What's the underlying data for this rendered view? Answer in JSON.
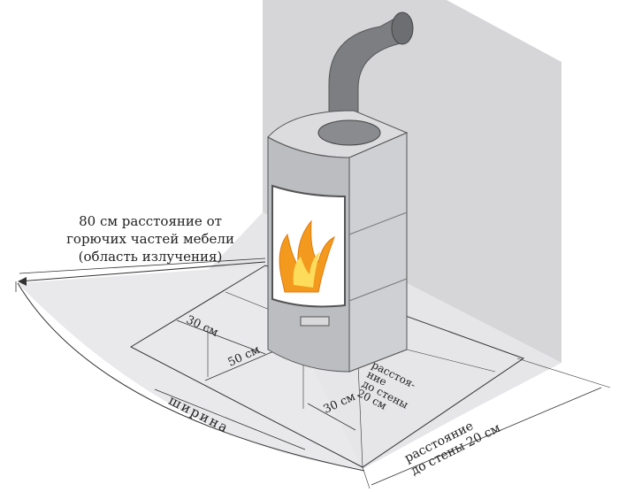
{
  "labels": {
    "radiation_line1": "80 см расстояние от",
    "radiation_line2": "горючих частей мебели",
    "radiation_line3": "(область излучения)",
    "front_depth": "30 см",
    "center_width": "50 см",
    "side_depth": "30 см",
    "width": "ширина",
    "side_clearance_line1": "расстоя-",
    "side_clearance_line2": "ние",
    "side_clearance_line3": "до стены",
    "side_clearance_line4": "20 см",
    "wall_clearance_line1": "расстояние",
    "wall_clearance_line2": "до стены 20 см"
  },
  "colors": {
    "wall": "#d3d3d6",
    "floor": "#e4e4e7",
    "arc_area": "#e8e8ea",
    "stove_body": "#b9babd",
    "stove_light": "#d9d9dc",
    "pipe": "#7b7c80",
    "flame_outer": "#f39a1e",
    "flame_inner": "#fddc5c",
    "line": "#333333"
  }
}
